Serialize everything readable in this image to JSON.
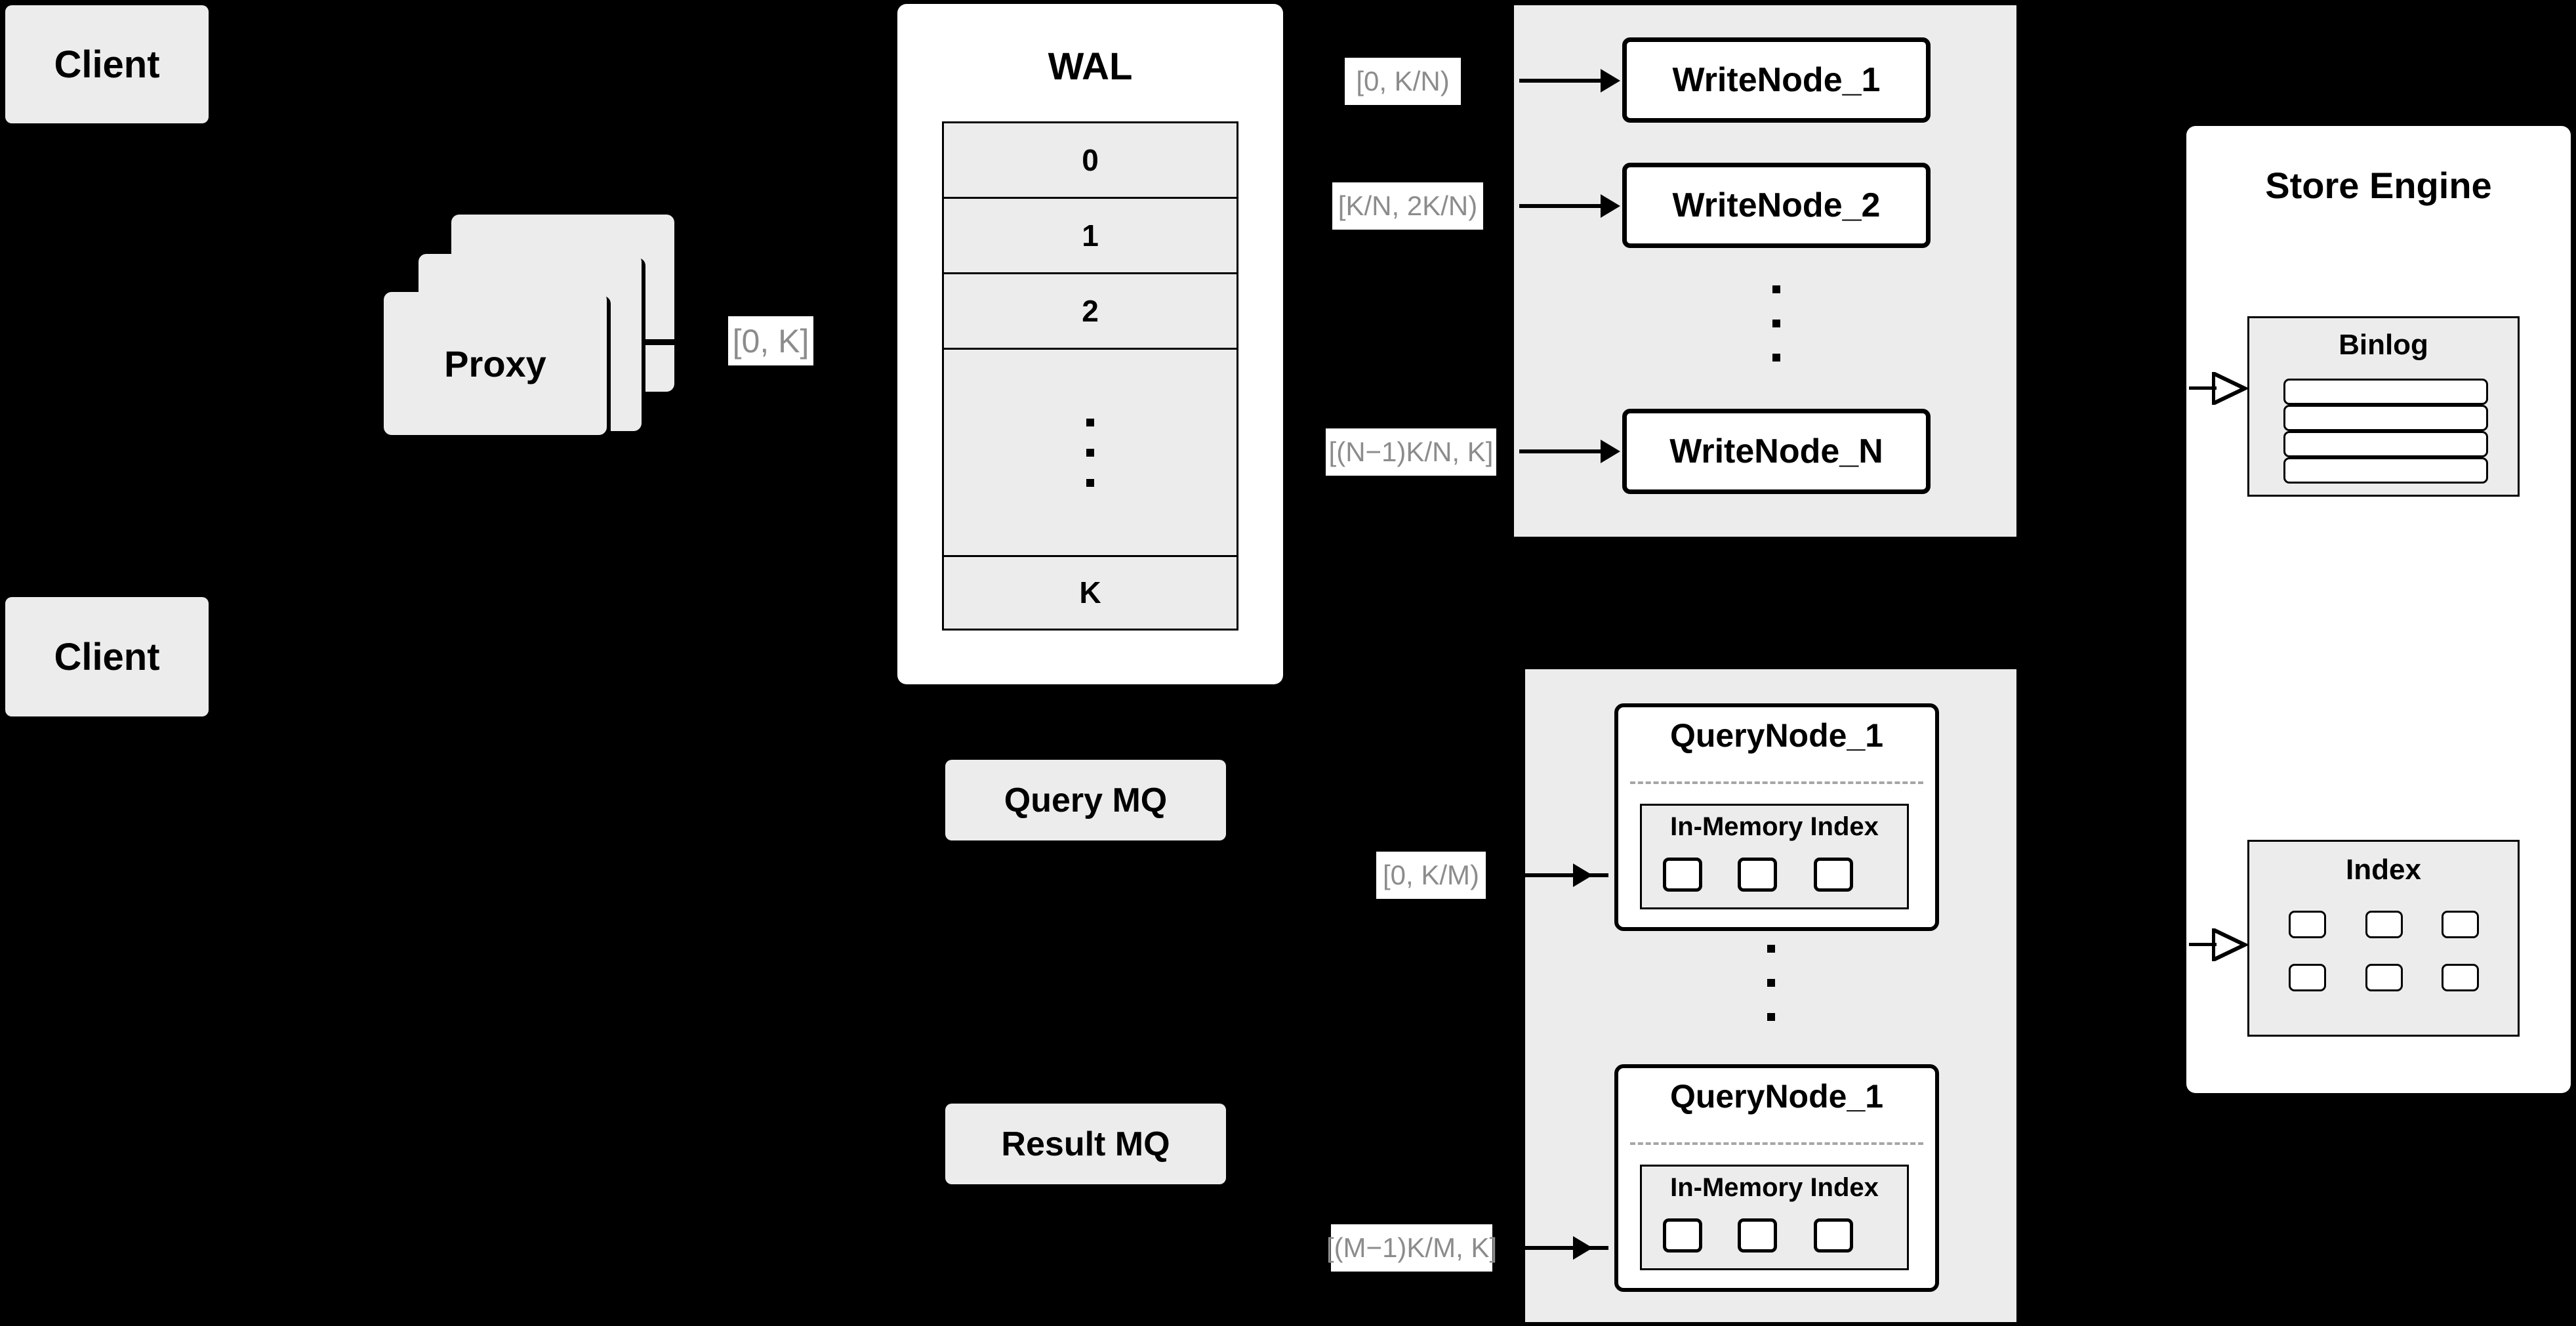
{
  "diagram": {
    "title": "Distributed Write/Query Architecture",
    "background_color": "#000000",
    "node_fill_gray": "#ececec",
    "node_fill_white": "#ffffff",
    "stroke_color": "#000000",
    "label_text_color": "#8c8c8c"
  },
  "clients": [
    {
      "label": "Client"
    },
    {
      "label": "Client"
    }
  ],
  "proxy": {
    "label": "Proxy",
    "stack_count": 3
  },
  "wal": {
    "title": "WAL",
    "rows": [
      "0",
      "1",
      "2"
    ],
    "ellipsis": ".",
    "last_row": "K"
  },
  "write_group": {
    "nodes": [
      {
        "label": "WriteNode_1",
        "range": "[0,  K/N)"
      },
      {
        "label": "WriteNode_2",
        "range": "[K/N, 2K/N)"
      },
      {
        "label": "WriteNode_N",
        "range": "[(N−1)K/N,  K]"
      }
    ],
    "ellipsis": "."
  },
  "queues": {
    "query_mq": "Query MQ",
    "result_mq": "Result MQ"
  },
  "query_group": {
    "nodes": [
      {
        "label": "QueryNode_1",
        "range": "[0, K/M)",
        "inner_title": "In-Memory Index",
        "chip_count": 3
      },
      {
        "label": "QueryNode_1",
        "range": "[(M−1)K/M, K]",
        "inner_title": "In-Memory Index",
        "chip_count": 3
      }
    ],
    "ellipsis": "."
  },
  "store_engine": {
    "title": "Store Engine",
    "binlog": {
      "title": "Binlog",
      "row_count": 4
    },
    "index": {
      "title": "Index",
      "chip_count": 6
    }
  },
  "proxy_range_label": "[0, K]"
}
